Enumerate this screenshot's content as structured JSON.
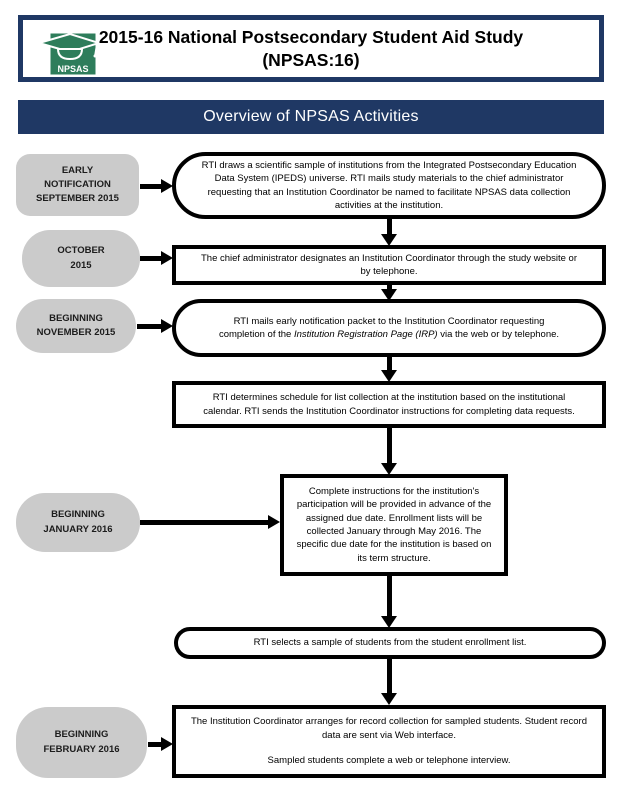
{
  "header": {
    "title_line1": "2015-16 National Postsecondary Student Aid Study",
    "title_line2": "(NPSAS:16)",
    "logo_text": "NPSAS"
  },
  "banner": {
    "title": "Overview of NPSAS Activities"
  },
  "colors": {
    "navy": "#1F3864",
    "logo_green": "#2E7D5B",
    "label_gray": "#CBCBCB",
    "box_border": "#000000"
  },
  "flow": {
    "labels": {
      "early": {
        "lines": [
          "EARLY",
          "NOTIFICATION",
          "SEPTEMBER 2015"
        ]
      },
      "october": {
        "lines": [
          "OCTOBER",
          "2015"
        ]
      },
      "november": {
        "lines": [
          "BEGINNING",
          "NOVEMBER 2015"
        ]
      },
      "january": {
        "lines": [
          "BEGINNING",
          "JANUARY 2016"
        ]
      },
      "february": {
        "lines": [
          "BEGINNING",
          "FEBRUARY 2016"
        ]
      }
    },
    "steps": {
      "step1": "RTI draws a scientific sample of institutions from the Integrated Postsecondary Education Data System (IPEDS) universe. RTI mails study materials to the chief administrator requesting that an Institution Coordinator be named to facilitate NPSAS data collection activities at the institution.",
      "step2": "The chief administrator designates an Institution Coordinator through the study website or by telephone.",
      "step3_pre": "RTI mails early notification packet to the Institution Coordinator requesting completion of the ",
      "step3_italic": "Institution Registration Page (IRP)",
      "step3_post": " via the web or by telephone.",
      "step4": "RTI determines schedule for list collection at the institution based on the institutional calendar. RTI sends the Institution Coordinator instructions for completing data requests.",
      "step5": "Complete instructions for the institution's participation will be provided in advance of the assigned due date. Enrollment lists will be collected January through May 2016. The specific due date for the institution is based on its term structure.",
      "step6": "RTI selects a sample of students from the student enrollment list.",
      "step7_para1": "The Institution Coordinator arranges for record collection for sampled students. Student record data are sent via Web interface.",
      "step7_para2": "Sampled students complete a web or telephone interview."
    }
  }
}
